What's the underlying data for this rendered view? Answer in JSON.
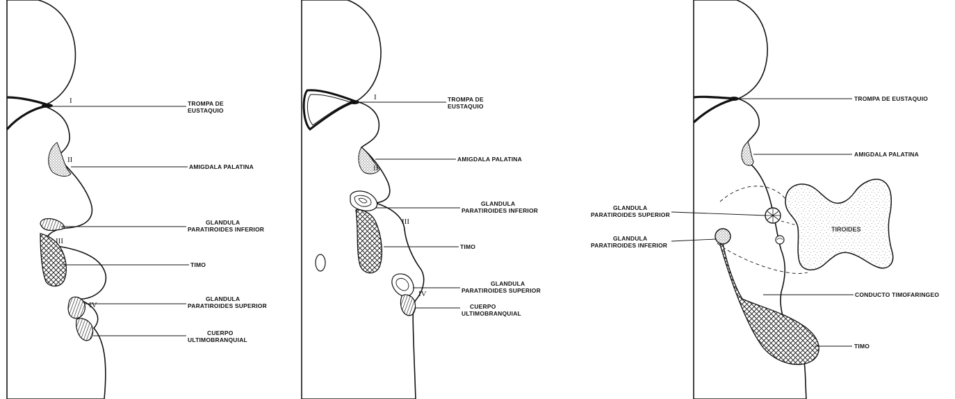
{
  "panel1": {
    "arches": [
      "I",
      "II",
      "III",
      "IV"
    ],
    "labels": {
      "trompa_1": "TROMPA DE",
      "trompa_2": "EUSTAQUIO",
      "amigdala": "AMIGDALA PALATINA",
      "par_inf_1": "GLANDULA",
      "par_inf_2": "PARATIROIDES INFERIOR",
      "timo": "TIMO",
      "par_sup_1": "GLANDULA",
      "par_sup_2": "PARATIROIDES SUPERIOR",
      "cuerpo_1": "CUERPO",
      "cuerpo_2": "ULTIMOBRANQUIAL"
    }
  },
  "panel2": {
    "arches": [
      "I",
      "II",
      "III",
      "IV"
    ],
    "labels": {
      "trompa_1": "TROMPA DE",
      "trompa_2": "EUSTAQUIO",
      "amigdala": "AMIGDALA PALATINA",
      "par_inf_1": "GLANDULA",
      "par_inf_2": "PARATIROIDES INFERIOR",
      "timo": "TIMO",
      "par_sup_1": "GLANDULA",
      "par_sup_2": "PARATIROIDES SUPERIOR",
      "cuerpo_1": "CUERPO",
      "cuerpo_2": "ULTIMOBRANQUIAL"
    }
  },
  "panel3": {
    "labels": {
      "trompa": "TROMPA DE EUSTAQUIO",
      "amigdala": "AMIGDALA PALATINA",
      "par_sup_1": "GLANDULA",
      "par_sup_2": "PARATIROIDES SUPERIOR",
      "par_inf_1": "GLANDULA",
      "par_inf_2": "PARATIROIDES INFERIOR",
      "tiroides": "TIROIDES",
      "conducto": "CONDUCTO TIMOFARINGEO",
      "timo": "TIMO"
    }
  }
}
